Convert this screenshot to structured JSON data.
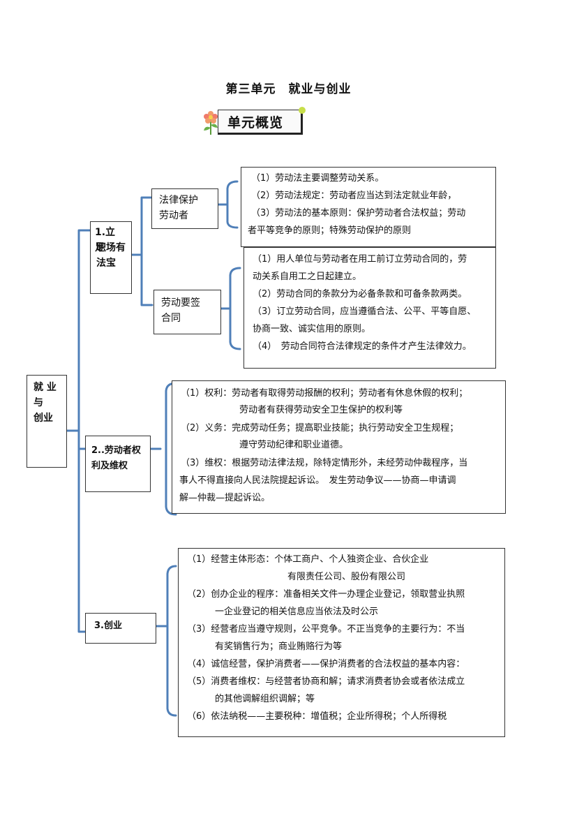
{
  "title": {
    "part1": "第三单元",
    "part2": "就业与创业"
  },
  "banner": {
    "label": "单元概览",
    "icon": "flower-icon"
  },
  "root": {
    "line1": "就 业",
    "line2": "与",
    "line3": "创业"
  },
  "section1": {
    "label_line1": "1.立　足",
    "label_line2": "职场有",
    "label_line3": "法宝",
    "sub1": {
      "label_line1": "法律保护",
      "label_line2": "劳动者",
      "lines": [
        "（1）劳动法主要调整劳动关系。",
        "（2）劳动法规定：劳动者应当达到法定就业年龄，",
        "（3）劳动法的基本原则：保护劳动者合法权益；劳动",
        "者平等竞争的原则；特殊劳动保护的原则"
      ]
    },
    "sub2": {
      "label_line1": "劳动要签",
      "label_line2": "合同",
      "lines": [
        "（1）用人单位与劳动者在用工前订立劳动合同的，劳",
        "动关系自用工之日起建立。",
        "（2）劳动合同的条款分为必备条款和可备条款两类。",
        "（3）订立劳动合同，应当遵循合法、公平、平等自愿、",
        "协商一致、诚实信用的原则。",
        "（4）　劳动合同符合法律规定的条件才产生法律效力。"
      ]
    }
  },
  "section2": {
    "label_line1": "2..劳动者权",
    "label_line2": "利及维权",
    "lines": [
      "（1）权利：劳动者有取得劳动报酬的权利；劳动者有休息休假的权利；",
      "劳动者有获得劳动安全卫生保护的权利等",
      "（2）义务：完成劳动任务；提高职业技能；执行劳动安全卫生规程；",
      "遵守劳动纪律和职业道德。",
      "（3）维权：根据劳动法律法规，除特定情形外，未经劳动仲裁程序，当",
      "事人不得直接向人民法院提起诉讼。　发生劳动争议——协商—申请调",
      "解—仲裁—提起诉讼。"
    ]
  },
  "section3": {
    "label": "3.创业",
    "lines": [
      "（1）经营主体形态：个体工商户、个人独资企业、合伙企业",
      "有限责任公司、股份有限公司",
      "（2）创办企业的程序：准备相关文件一办理企业登记，领取营业执照",
      "一企业登记的相关信息应当依法及时公示",
      "（3）经营者应当遵守规则，公平竞争。不正当竞争的主要行为：不当",
      "有奖销售行为；商业贿赂行为等",
      "（4）诚信经营，保护消费者——保护消费者的合法权益的基本内容：",
      "（5）消费者维权：与经营者协商和解；请求消费者协会或者依法成立",
      "的其他调解组织调解；等",
      "（6）依法纳税——主要税种：增值税；企业所得税；个人所得税"
    ]
  },
  "colors": {
    "bracket": "#4f7fb8",
    "border": "#333333"
  }
}
